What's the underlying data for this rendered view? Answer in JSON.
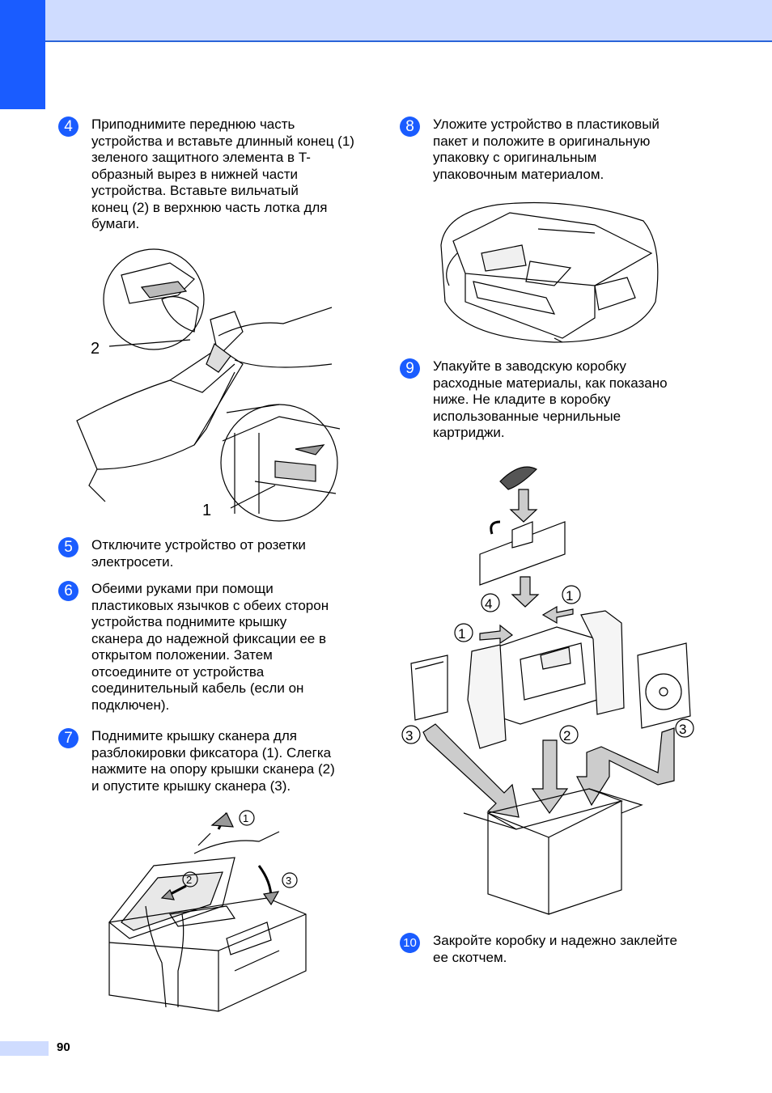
{
  "steps": [
    {
      "number": "4",
      "text": "Приподнимите переднюю часть\nустройства и вставьте длинный конец (1)\nзеленого защитного элемента в T-\nобразный вырез в нижней части\nустройства. Вставьте вильчатый\nконец (2) в верхнюю часть лотка для\nбумаги."
    },
    {
      "number": "5",
      "text": "Отключите устройство от розетки\nэлектросети."
    },
    {
      "number": "6",
      "text": "Обеими руками при помощи\nпластиковых язычков с обеих сторон\nустройства поднимите крышку\nсканера до надежной фиксации ее в\nоткрытом положении. Затем\nотсоедините от устройства\nсоединительный кабель (если он\nподключен)."
    },
    {
      "number": "7",
      "text": "Поднимите крышку сканера для\nразблокировки фиксатора (1). Слегка\nнажмите на опору крышки сканера (2)\nи опустите крышку сканера (3)."
    },
    {
      "number": "8",
      "text": "Уложите устройство в пластиковый\nпакет и положите в оригинальную\nупаковку с оригинальным\nупаковочным материалом."
    },
    {
      "number": "9",
      "text": "Упакуйте в заводскую коробку\nрасходные материалы, как показано\nниже.  Не кладите в коробку\nиспользованные чернильные\nкартриджи."
    },
    {
      "number": "10",
      "text": "Закройте коробку и надежно заклейте\nее скотчем."
    }
  ],
  "figure_labels": {
    "fig4": [
      "2",
      "1"
    ],
    "fig7": [
      "1",
      "2",
      "3"
    ],
    "fig9": [
      "4",
      "1",
      "1",
      "2",
      "3",
      "3"
    ]
  },
  "page_number": "90",
  "colors": {
    "accent": "#1a5cff",
    "header_band": "#cfdcff"
  }
}
